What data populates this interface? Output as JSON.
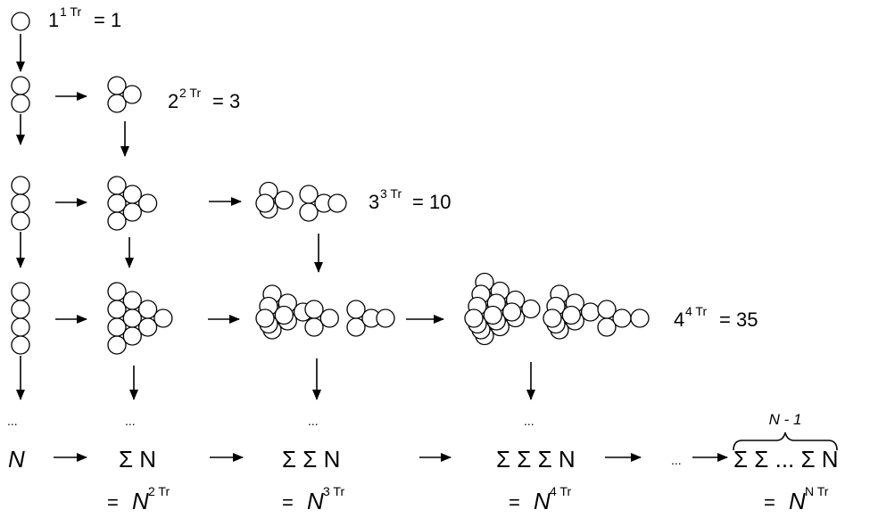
{
  "rows": [
    {
      "base": "1",
      "sup": "1 Tr",
      "equals": "= 1"
    },
    {
      "base": "2",
      "sup": "2 Tr",
      "equals": "= 3"
    },
    {
      "base": "3",
      "sup": "3 Tr",
      "equals": "= 10"
    },
    {
      "base": "4",
      "sup": "4 Tr",
      "equals": "= 35"
    }
  ],
  "ellipsis": "...",
  "bottom_row": {
    "n": "N",
    "sum1": "Σ N",
    "sum2": "Σ Σ N",
    "sum3": "Σ Σ Σ N",
    "sum_general": "Σ Σ ... Σ N",
    "brace_label": "N - 1"
  },
  "results": [
    {
      "prefix": "= ",
      "base": "N",
      "sup": "2 Tr"
    },
    {
      "prefix": "= ",
      "base": "N",
      "sup": "3 Tr"
    },
    {
      "prefix": "= ",
      "base": "N",
      "sup": "4 Tr"
    },
    {
      "prefix": "= ",
      "base": "N",
      "sup": "N Tr"
    }
  ],
  "colors": {
    "stroke": "#000000",
    "fill": "#ffffff"
  }
}
